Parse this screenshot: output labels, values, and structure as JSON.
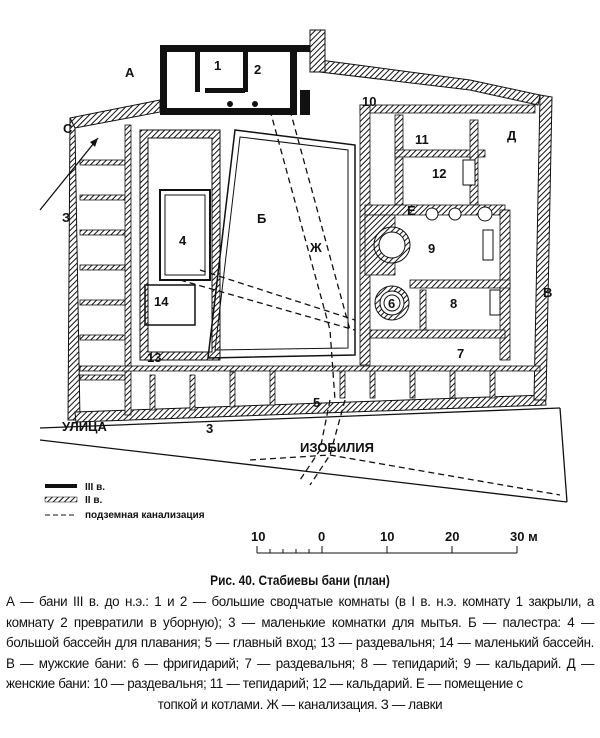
{
  "plan": {
    "labels": {
      "A": "А",
      "north": "С",
      "Z": "З",
      "r1": "1",
      "r2": "2",
      "r10": "10",
      "r11": "11",
      "r12": "12",
      "D": "Д",
      "E": "Е",
      "r9": "9",
      "r6": "6",
      "r8": "8",
      "V": "В",
      "r7": "7",
      "r4": "4",
      "B": "Б",
      "Zh": "Ж",
      "r14": "14",
      "r13": "13",
      "r5": "5",
      "r3": "3",
      "street1": "УЛИЦА",
      "street2": "ИЗОБИЛИЯ"
    }
  },
  "legend": [
    {
      "label": "III в.",
      "style": "solid"
    },
    {
      "label": "II в.",
      "style": "hatched"
    },
    {
      "label": "подземная канализация",
      "style": "dashed"
    }
  ],
  "scale": {
    "ticks": [
      "10",
      "0",
      "10",
      "20",
      "30 м"
    ]
  },
  "caption": {
    "title": "Рис. 40. Стабиевы бани (план)",
    "body": "А — бани III в. до н.э.: 1 и 2 — большие сводчатые комнаты (в I в. н.э. комнату 1 закрыли, а комнату 2 превратили в уборную); 3 — маленькие комнатки для мытья. Б — палестра: 4 — большой бассейн для плавания;  5 — главный вход; 13 — раздевальня; 14 — маленький бассейн. В — мужские бани: 6 — фригидарий; 7 — раздевальня; 8 — тепидарий; 9 — кальдарий. Д — женские бани: 10 — раздевальня; 11 — тепидарий; 12 — кальдарий. Е — помещение с",
    "last_line": "топкой и котлами. Ж — канализация. З — лавки"
  }
}
